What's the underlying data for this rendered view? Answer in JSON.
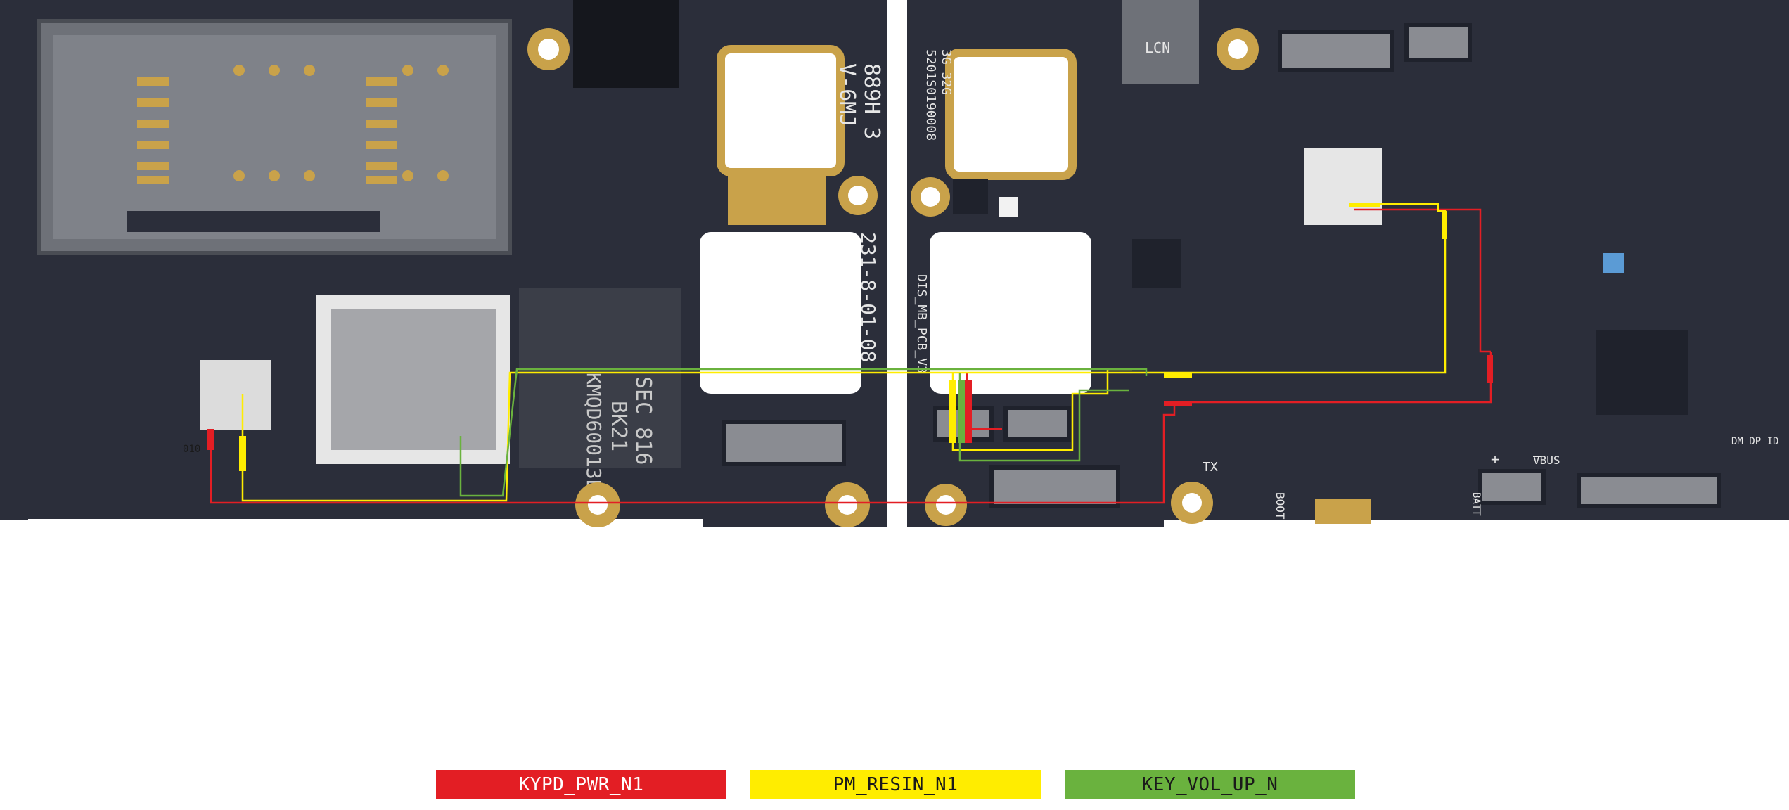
{
  "legend": [
    {
      "label": "KYPD_PWR_N1",
      "color": "#e31e24",
      "text_color": "#ffffff"
    },
    {
      "label": "PM_RESIN_N1",
      "color": "#ffed00",
      "text_color": "#1a1a1a"
    },
    {
      "label": "KEY_VOL_UP_N",
      "color": "#6ab23e",
      "text_color": "#1a1a1a"
    }
  ],
  "board_colors": {
    "pcb": "#2b2e3a",
    "pcb_dark": "#1f222c",
    "gold": "#c9a24a",
    "white": "#ffffff",
    "component": "#8a8c92"
  },
  "silkscreen": {
    "left_label_1": "V-6MJ",
    "left_label_2": "889H 3",
    "left_label_3": "231-8-01-08",
    "left_chip_1": "SEC 816",
    "left_chip_2": "BK21",
    "left_chip_3": "KMQD60013BM",
    "left_tag": "010",
    "right_tag_1": "LCN",
    "right_label_1": "5201S0190008",
    "right_label_2": "3G 32G",
    "right_label_3": "DIS_MB_PCB_V3",
    "right_tx": "TX",
    "right_boot": "BOOT",
    "right_vbus": "VBUS",
    "right_dm": "DM DP ID",
    "right_batt": "BATT",
    "right_plus": "+",
    "right_minus": "–"
  }
}
